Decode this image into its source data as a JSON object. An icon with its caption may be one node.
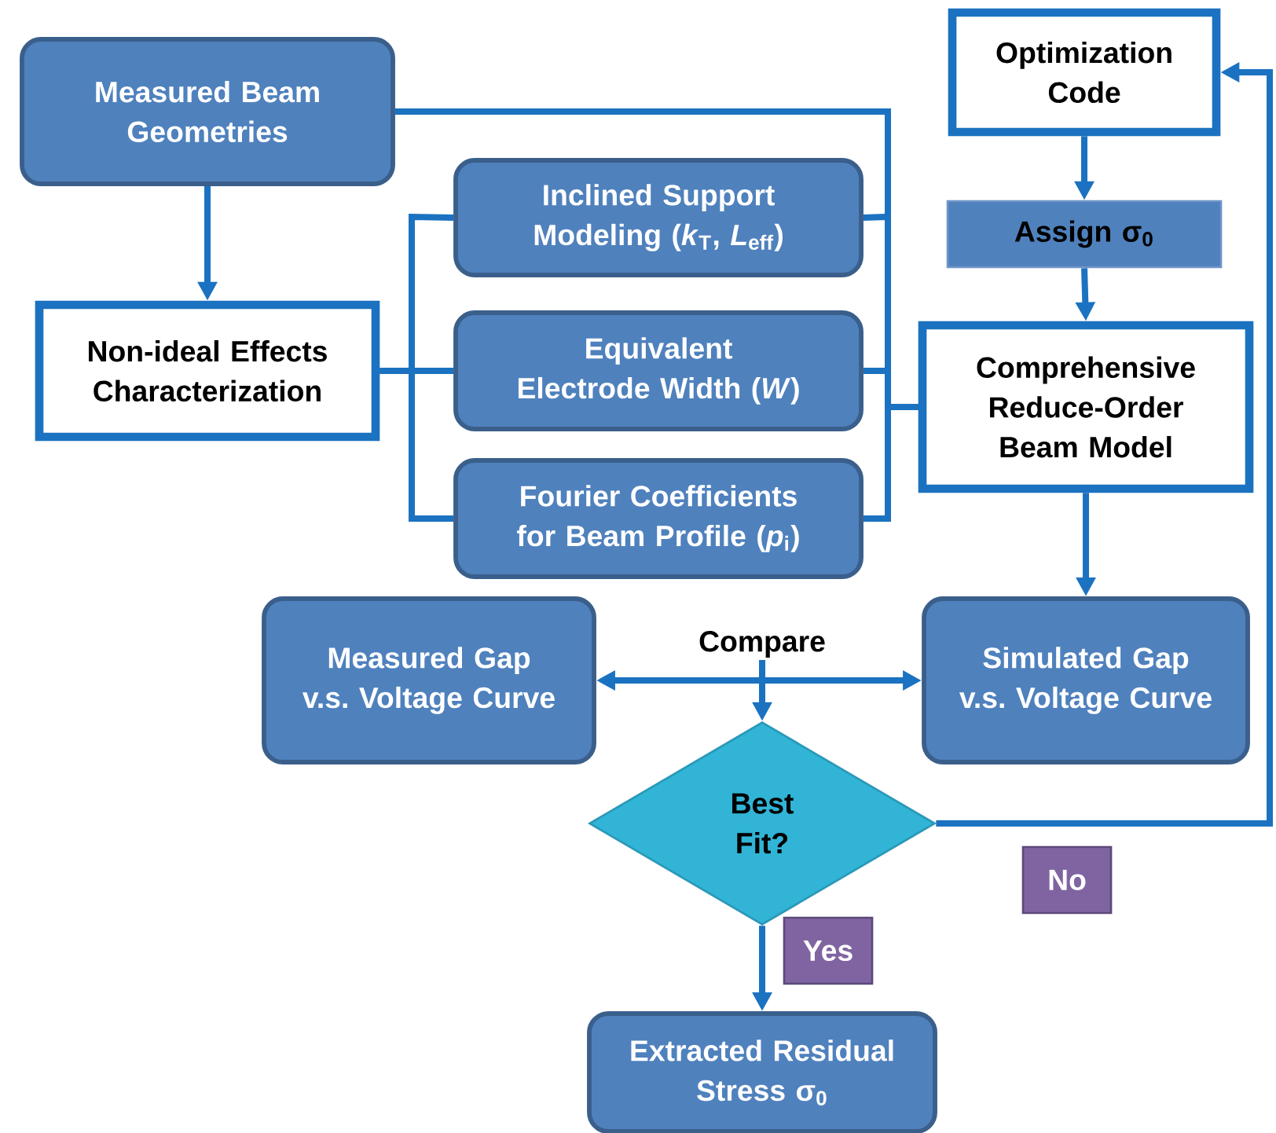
{
  "diagram": {
    "nodes": [
      {
        "text": [
          "Measured Beam Geometries"
        ]
      },
      {
        "text": [
          "Non-ideal Effects Characterization"
        ]
      },
      {
        "text": [
          "Inclined Support Modeling (*k*$_{T}$, *L*$_{eff}$)"
        ]
      },
      {
        "text": [
          "Equivalent Electrode Width (*W*)"
        ]
      },
      {
        "text": [
          "Fourier Coefficients for Beam Profile (*p*$_{i}$)"
        ]
      },
      {
        "text": [
          "Optimization Code"
        ]
      },
      {
        "text": [
          "Assign σ$_{0}$"
        ]
      },
      {
        "text": [
          "Comprehensive Reduce-Order Beam Model"
        ]
      },
      {
        "text": [
          "Measured Gap v.s. Voltage Curve"
        ]
      },
      {
        "text": [
          "Compare"
        ]
      },
      {
        "text": [
          "Simulated Gap v.s. Voltage Curve"
        ]
      },
      {
        "text": [
          "Best Fit?"
        ]
      },
      {
        "text": [
          "Extracted Residual Stress σ$_{0}$"
        ]
      }
    ],
    "edges": [
      {
        "from": 0,
        "to": 1,
        "arrow": "to"
      },
      {
        "from": 0,
        "to": 7,
        "arrow": "none"
      },
      {
        "from": 2,
        "to": 7,
        "arrow": "none"
      },
      {
        "from": 3,
        "to": 7,
        "arrow": "none"
      },
      {
        "from": 4,
        "to": 7,
        "arrow": "none"
      },
      {
        "from": 1,
        "to": 2,
        "arrow": "none"
      },
      {
        "from": 1,
        "to": 3,
        "arrow": "none"
      },
      {
        "from": 1,
        "to": 4,
        "arrow": "none"
      },
      {
        "from": 5,
        "to": 6,
        "arrow": "to"
      },
      {
        "from": 6,
        "to": 7,
        "arrow": "to"
      },
      {
        "from": 7,
        "to": 10,
        "arrow": "to"
      },
      {
        "from": 9,
        "to": 8,
        "arrow": "to"
      },
      {
        "from": 9,
        "to": 10,
        "arrow": "to"
      },
      {
        "from": 9,
        "to": 11,
        "arrow": "to"
      },
      {
        "from": 11,
        "to": 12,
        "arrow": "to",
        "label": "Yes"
      },
      {
        "from": 11,
        "to": 5,
        "arrow": "to",
        "label": "No"
      }
    ]
  }
}
